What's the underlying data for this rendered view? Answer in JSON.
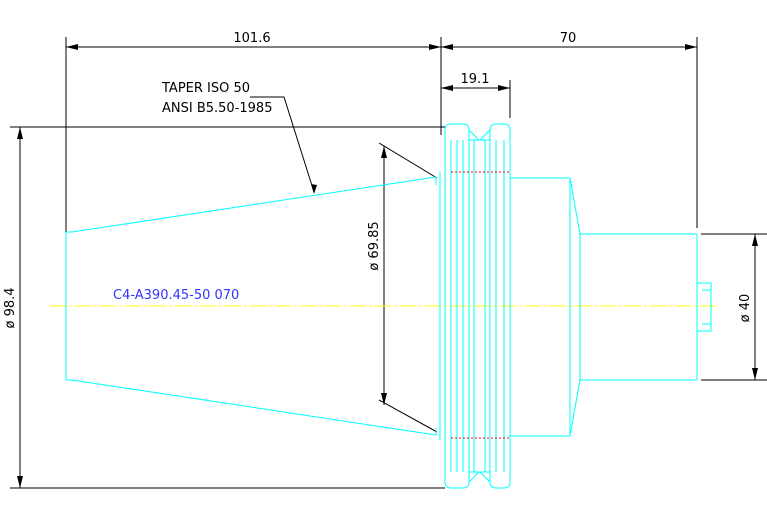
{
  "drawing": {
    "dimensions": {
      "overall_left": "101.6",
      "overall_right": "70",
      "flange": "19.1",
      "taper_diameter": "ø 69.85",
      "body_diameter": "ø 98.4",
      "shank_diameter": "ø 40"
    },
    "leader_note": {
      "line1": "TAPER ISO 50",
      "line2": "ANSI B5.50-1985"
    },
    "part_number": "C4-A390.45-50 070",
    "colors": {
      "geometry": "#00ffff",
      "dimensions": "#000000",
      "centerline": "#ffff00",
      "hidden_edge": "#ff0000",
      "part_label": "#3333ff"
    }
  }
}
